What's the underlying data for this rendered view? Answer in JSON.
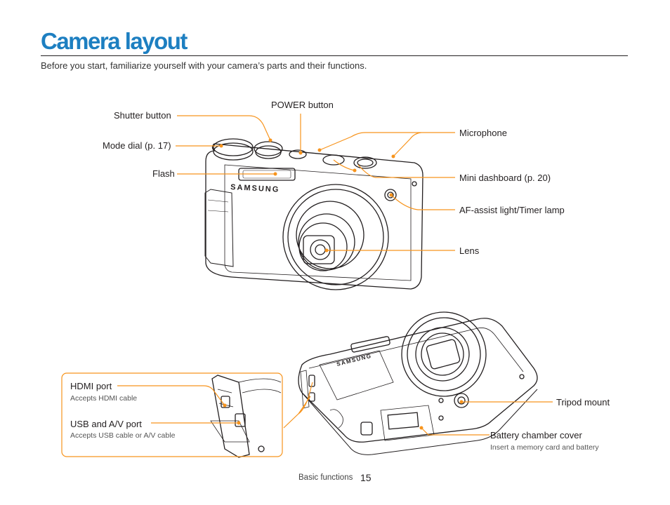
{
  "header": {
    "title": "Camera layout",
    "intro": "Before you start, familiarize yourself with your camera’s parts and their functions."
  },
  "front_view": {
    "brand": "SAMSUNG",
    "labels": {
      "shutter": "Shutter button",
      "mode_dial": "Mode dial (p. 17)",
      "flash": "Flash",
      "power": "POWER button",
      "microphone": "Microphone",
      "mini_dashboard": "Mini dashboard (p. 20)",
      "af_assist": "AF-assist light/Timer lamp",
      "lens": "Lens"
    }
  },
  "bottom_view": {
    "brand": "SAMSUNG",
    "hdmi_label": "HDMI port",
    "hdmi_sub": "Accepts HDMI cable",
    "usb_label": "USB and A/V port",
    "usb_sub": "Accepts USB cable or A/V cable",
    "tripod_label": "Tripod mount",
    "battery_label": "Battery chamber cover",
    "battery_sub": "Insert a memory card and battery"
  },
  "footer": {
    "section": "Basic functions",
    "page_number": "15"
  },
  "colors": {
    "accent": "#1d7fc1",
    "callout": "#f7941d",
    "line_art": "#231f20"
  }
}
